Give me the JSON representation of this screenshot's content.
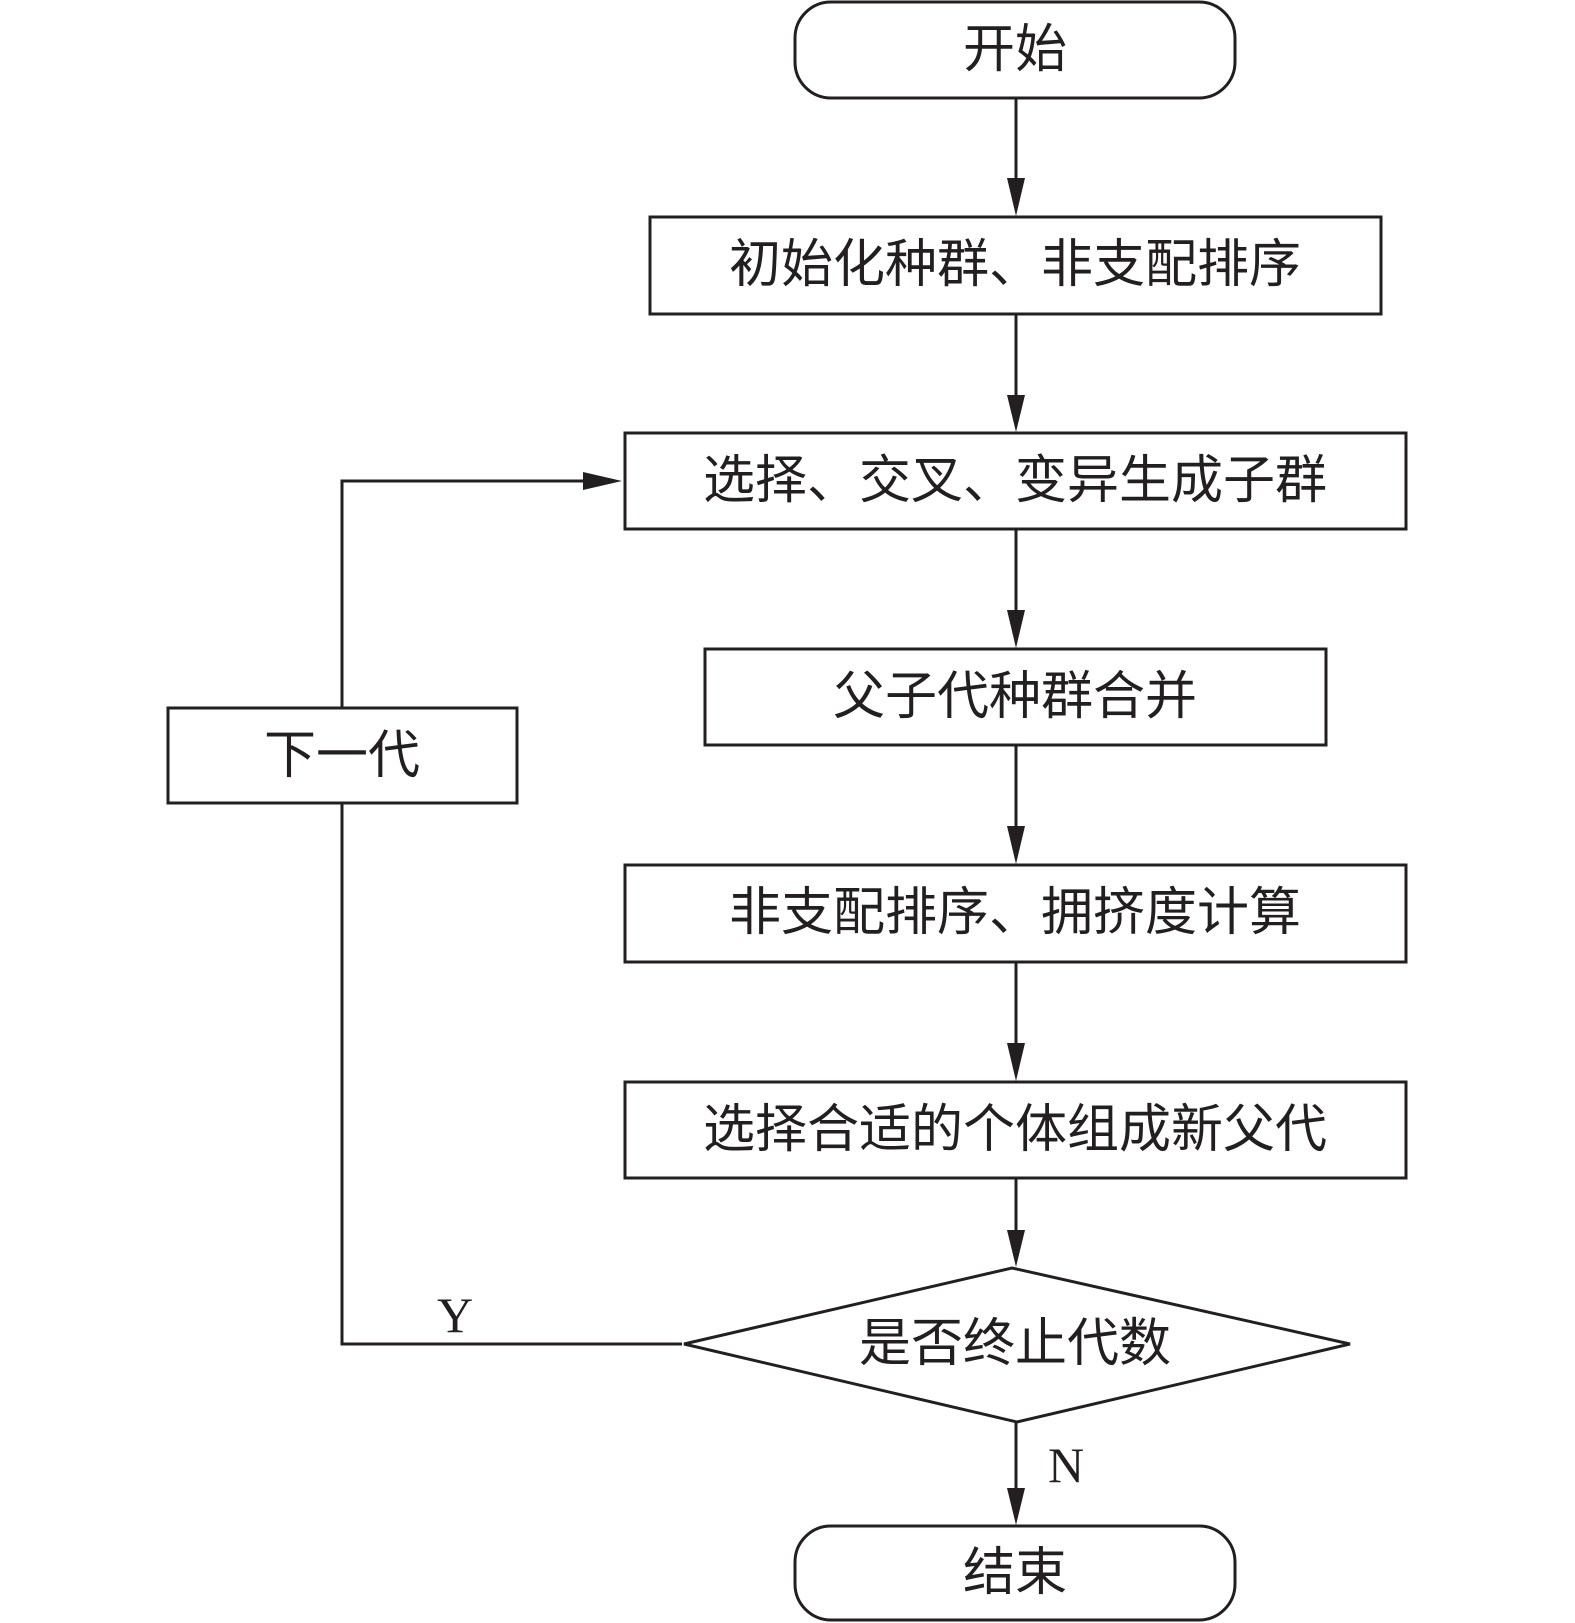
{
  "diagram": {
    "type": "flowchart",
    "nodes": [
      {
        "id": "start",
        "shape": "terminal",
        "label": "开始"
      },
      {
        "id": "init",
        "shape": "process",
        "label": "初始化种群、非支配排序"
      },
      {
        "id": "offspring",
        "shape": "process",
        "label": "选择、交叉、变异生成子群"
      },
      {
        "id": "merge",
        "shape": "process",
        "label": "父子代种群合并"
      },
      {
        "id": "sort",
        "shape": "process",
        "label": "非支配排序、拥挤度计算"
      },
      {
        "id": "select",
        "shape": "process",
        "label": "选择合适的个体组成新父代"
      },
      {
        "id": "decision",
        "shape": "decision",
        "label": "是否终止代数"
      },
      {
        "id": "next",
        "shape": "process",
        "label": "下一代"
      },
      {
        "id": "end",
        "shape": "terminal",
        "label": "结束"
      }
    ],
    "edges": [
      {
        "from": "start",
        "to": "init",
        "label": ""
      },
      {
        "from": "init",
        "to": "offspring",
        "label": ""
      },
      {
        "from": "offspring",
        "to": "merge",
        "label": ""
      },
      {
        "from": "merge",
        "to": "sort",
        "label": ""
      },
      {
        "from": "sort",
        "to": "select",
        "label": ""
      },
      {
        "from": "select",
        "to": "decision",
        "label": ""
      },
      {
        "from": "decision",
        "to": "next",
        "label": "Y"
      },
      {
        "from": "next",
        "to": "offspring",
        "label": ""
      },
      {
        "from": "decision",
        "to": "end",
        "label": "N"
      }
    ],
    "colors": {
      "stroke": "#231f20",
      "text": "#231f20",
      "background": "#ffffff"
    }
  }
}
